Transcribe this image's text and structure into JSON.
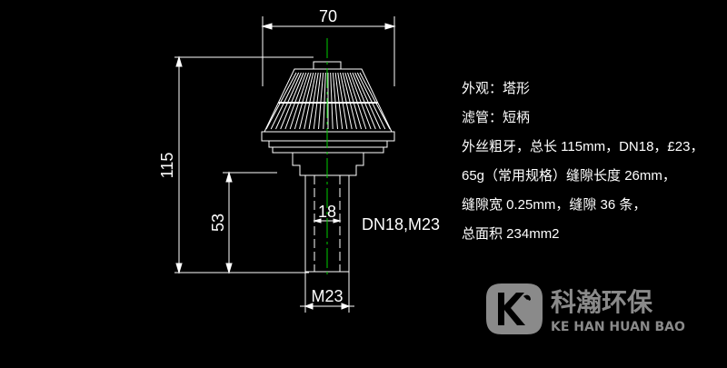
{
  "colors": {
    "background": "#000000",
    "line": "#ffffff",
    "centerline": "#00cc00",
    "text": "#ffffff",
    "logo_gray": "#8a8a8a"
  },
  "dimensions": {
    "overall_width": "70",
    "overall_length": "115",
    "thread_length": "53",
    "inner_diameter": "18",
    "thread_size": "M23",
    "connection": "DN18,M23"
  },
  "spec_lines": [
    "外观：塔形",
    "滤管：短柄",
    "外丝粗牙，总长 115mm，DN18，£23，",
    "65g（常用规格）缝隙长度 26mm，",
    "缝隙宽 0.25mm，缝隙 36 条，",
    "总面积 234mm2"
  ],
  "logo": {
    "icon_name": "ks-logo-icon",
    "name_cn": "科瀚环保",
    "name_en": "KE HAN HUAN BAO"
  }
}
